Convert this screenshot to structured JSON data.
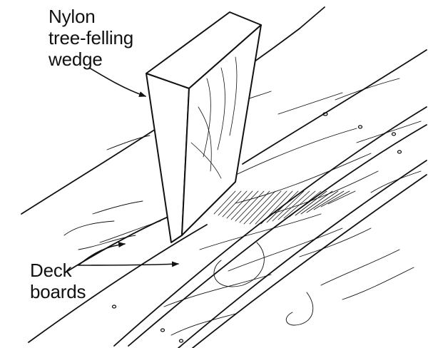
{
  "labels": {
    "wedge": [
      "Nylon",
      "tree-felling",
      "wedge"
    ],
    "deck": [
      "Deck",
      "boards"
    ]
  },
  "colors": {
    "ink": "#111111",
    "paper": "#ffffff"
  }
}
